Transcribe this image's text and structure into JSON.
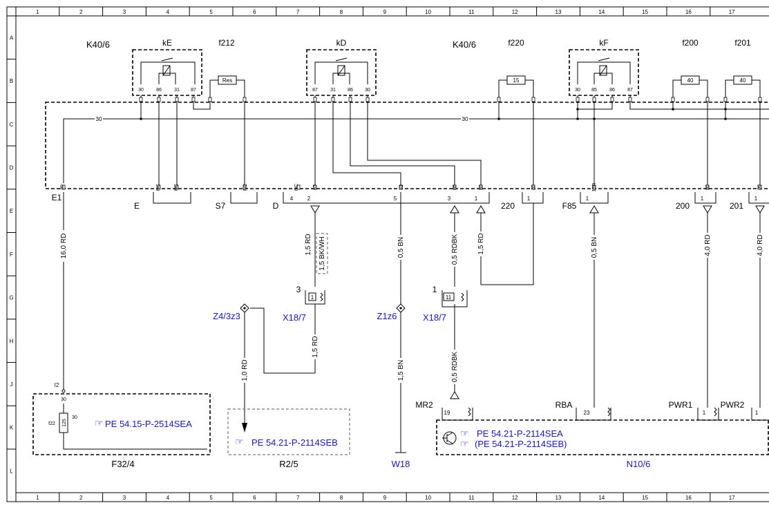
{
  "grid": {
    "columns": [
      "1",
      "2",
      "3",
      "4",
      "5",
      "6",
      "7",
      "8",
      "9",
      "10",
      "11",
      "12",
      "13",
      "14",
      "15",
      "16",
      "17"
    ],
    "rows": [
      "A",
      "B",
      "C",
      "D",
      "E",
      "F",
      "G",
      "H",
      "J",
      "K",
      "L"
    ]
  },
  "components": {
    "k40_left": "K40/6",
    "k40_right": "K40/6",
    "ke": {
      "name": "kE",
      "pins": [
        "30",
        "86",
        "31",
        "87"
      ]
    },
    "kd": {
      "name": "kD",
      "pins": [
        "87",
        "31",
        "86",
        "30"
      ]
    },
    "kf": {
      "name": "kF",
      "pins": [
        "30",
        "85",
        "86",
        "87"
      ]
    },
    "f212": {
      "name": "f212",
      "value": "Res"
    },
    "f220": {
      "name": "f220",
      "value": "15"
    },
    "f200": {
      "name": "f200",
      "value": "40"
    },
    "f201": {
      "name": "f201",
      "value": "40"
    },
    "bus_left": "30",
    "bus_right": "30"
  },
  "connectors": {
    "e1": {
      "name": "E1",
      "pin": "30"
    },
    "e": {
      "name": "E",
      "pins": [
        "NC",
        "NC"
      ]
    },
    "s7": {
      "name": "S7",
      "pin": "NC"
    },
    "d": {
      "name": "D",
      "nums": [
        "4",
        "2",
        "5",
        "3",
        "1"
      ],
      "pins": [
        "NC",
        "87",
        "31",
        "86",
        "30"
      ]
    },
    "c220": {
      "name": "220",
      "num": "1",
      "pin": "30"
    },
    "f85": {
      "name": "F85",
      "num": "1",
      "pin": "15R"
    },
    "c200": {
      "name": "200",
      "num": "1",
      "pin": "30"
    },
    "c201": {
      "name": "201",
      "num": "1",
      "pin": "30"
    }
  },
  "wires": {
    "w1": "16,0 RD",
    "w2a": "1,5 RD",
    "w2b": "1,5 BK/WH",
    "w3": "0,5 BN",
    "w4": "0,5 RDBK",
    "w5": "1,5 RD",
    "w6": "0,5 BN",
    "w7": "4,0 RD",
    "w8": "4,0 RD",
    "w9": "1,5 RD",
    "w10": "1,0 RD",
    "w11": "1,5 BN",
    "w12": "0,5 RDBK"
  },
  "terminals": {
    "x18a": {
      "name": "X18/7",
      "pin_num": "3",
      "pin": "1"
    },
    "x18b": {
      "name": "X18/7",
      "pin_num": "1",
      "pin": "11"
    },
    "z4": "Z4/3z3",
    "z1": "Z1z6",
    "i2": "I2"
  },
  "bottom": {
    "f32": {
      "name": "F32/4",
      "fuse": "f22",
      "value": "125",
      "pin": "30",
      "ref": "PE 54.15-P-2514SEA"
    },
    "r25": {
      "name": "R2/5",
      "ref": "PE 54.21-P-2114SEB"
    },
    "w18": "W18",
    "n10": {
      "name": "N10/6",
      "pins": [
        {
          "label": "MR2",
          "num": "19"
        },
        {
          "label": "RBA",
          "num": "23"
        },
        {
          "label": "PWR1",
          "num": "1"
        },
        {
          "label": "PWR2",
          "num": "1"
        }
      ],
      "ref1": "PE 54.21-P-2114SEA",
      "ref2": "(PE 54.21-P-2114SEB)"
    }
  }
}
